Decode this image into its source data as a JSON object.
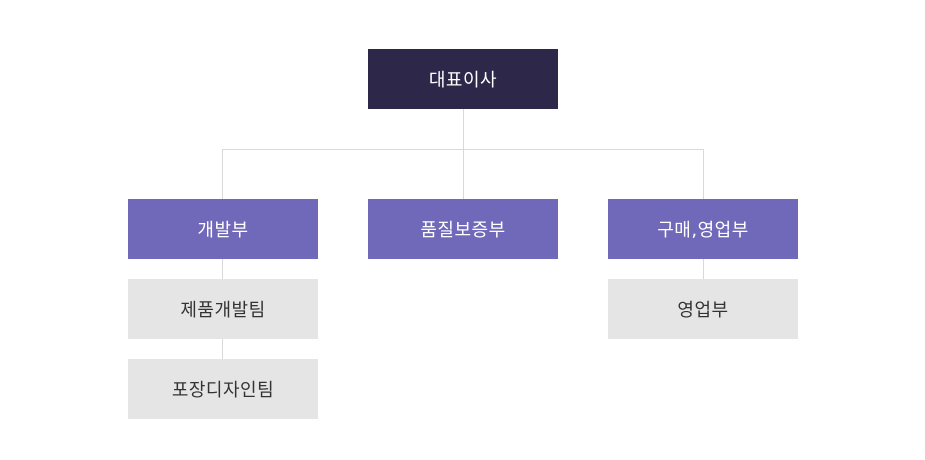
{
  "colors": {
    "ceo_bg": "#2d2849",
    "dept_bg": "#7068b8",
    "team_bg": "#e5e5e5",
    "connector": "#d9d9d9"
  },
  "ceo": {
    "label": "대표이사"
  },
  "departments": [
    {
      "label": "개발부",
      "teams": [
        "제품개발팀",
        "포장디자인팀"
      ]
    },
    {
      "label": "품질보증부",
      "teams": []
    },
    {
      "label": "구매,영업부",
      "teams": [
        "영업부"
      ]
    }
  ]
}
